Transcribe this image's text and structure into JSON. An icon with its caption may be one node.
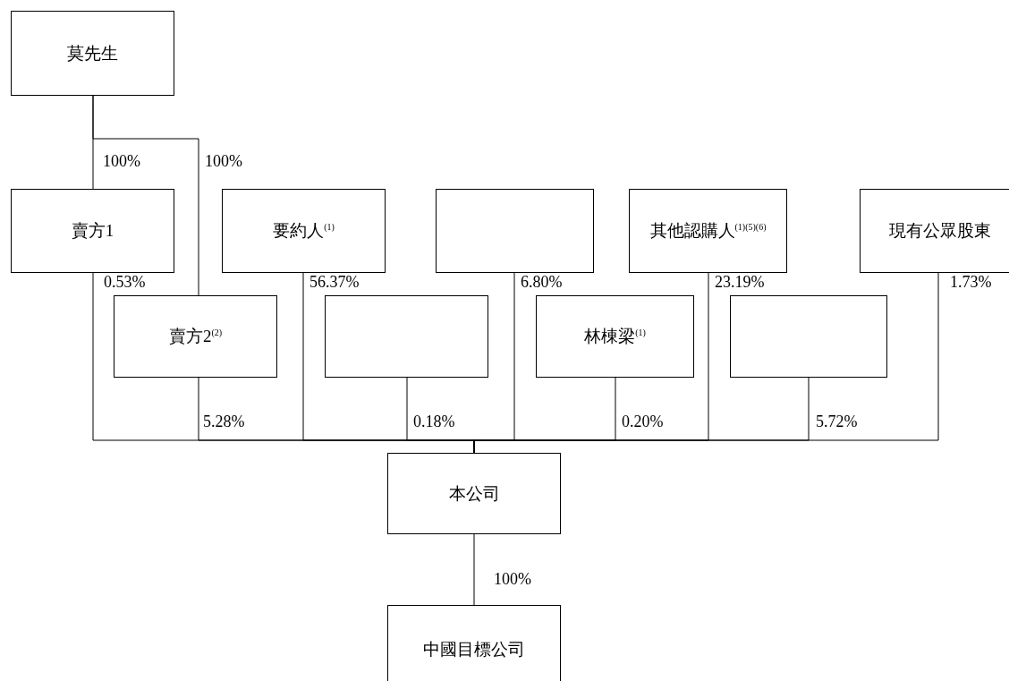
{
  "diagram": {
    "nodes": [
      {
        "text": [
          "莫先生"
        ]
      },
      {
        "text": [
          "賣方1"
        ]
      },
      {
        "text": [
          "要約人$^{(1)}$"
        ]
      },
      {
        "text": [],
        "shape": "box"
      },
      {
        "text": [
          "其他認購人$^{(1)(5)(6)}$"
        ]
      },
      {
        "text": [
          "現有公眾股東"
        ]
      },
      {
        "text": [
          "賣方2$^{(2)}$"
        ]
      },
      {
        "text": [],
        "shape": "box"
      },
      {
        "text": [
          "林棟梁$^{(1)}$"
        ]
      },
      {
        "text": [],
        "shape": "box"
      },
      {
        "text": [
          "本公司"
        ]
      },
      {
        "text": [
          "中國目標公司"
        ]
      }
    ],
    "edges": [
      {
        "from": 0,
        "to": 1,
        "arrow": "none",
        "label": "100%"
      },
      {
        "from": 0,
        "to": 6,
        "arrow": "none",
        "label": "100%"
      },
      {
        "from": 1,
        "to": 10,
        "arrow": "none",
        "label": "0.53%"
      },
      {
        "from": 6,
        "to": 10,
        "arrow": "none",
        "label": "5.28%"
      },
      {
        "from": 2,
        "to": 10,
        "arrow": "none",
        "label": "56.37%"
      },
      {
        "from": 7,
        "to": 10,
        "arrow": "none",
        "label": "0.18%"
      },
      {
        "from": 3,
        "to": 10,
        "arrow": "none",
        "label": "6.80%"
      },
      {
        "from": 8,
        "to": 10,
        "arrow": "none",
        "label": "0.20%"
      },
      {
        "from": 4,
        "to": 10,
        "arrow": "none",
        "label": "23.19%"
      },
      {
        "from": 9,
        "to": 10,
        "arrow": "none",
        "label": "5.72%"
      },
      {
        "from": 5,
        "to": 10,
        "arrow": "none",
        "label": "1.73%"
      },
      {
        "from": 10,
        "to": 11,
        "arrow": "none",
        "label": "100%"
      }
    ]
  }
}
